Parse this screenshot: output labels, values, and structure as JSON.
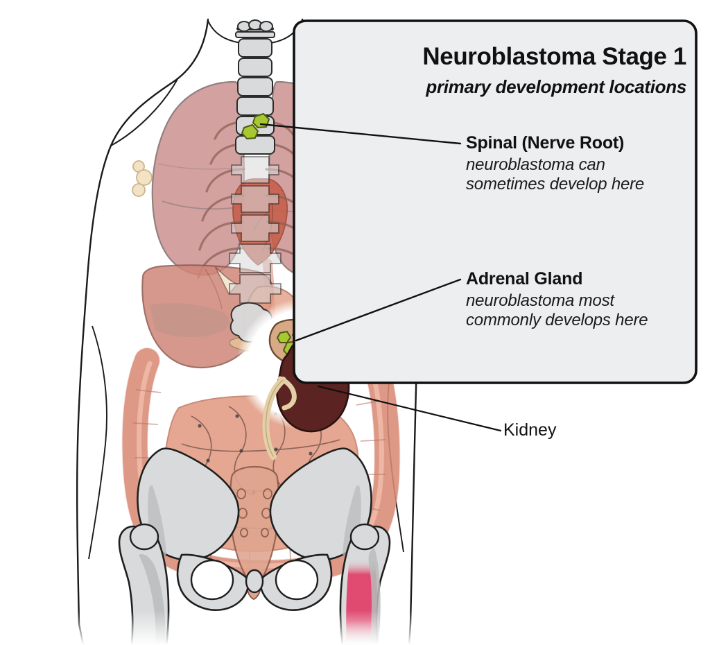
{
  "figure": {
    "kind": "medical-illustration",
    "subject": "human torso anterior view with internal organs",
    "background_color": "#ffffff"
  },
  "callout": {
    "title": "Neuroblastoma Stage 1",
    "subtitle": "primary development locations",
    "panel_color": "#eceef0",
    "border_color": "#111111"
  },
  "annotations": [
    {
      "id": "spinal",
      "title": "Spinal (Nerve Root)",
      "lines": [
        "neuroblastoma can",
        "sometimes develop here"
      ],
      "style": "bold-title-italic-body"
    },
    {
      "id": "adrenal",
      "title": "Adrenal Gland",
      "lines": [
        "neuroblastoma most",
        "commonly develops here"
      ],
      "style": "bold-title-italic-body"
    }
  ],
  "plain_labels": [
    {
      "id": "kidney",
      "text": "Kidney"
    }
  ],
  "palette": {
    "skin_outline": "#1a1a1a",
    "lung": "#d09a99",
    "lung_stroke": "#8a7575",
    "heart": "#c6604c",
    "liver": "#cf8778",
    "intestine": "#e39e86",
    "colon": "#e2917c",
    "bone": "#d9dadb",
    "bone_stroke": "#2b2b2b",
    "bone_shadow": "#b9bbbc",
    "tumor_green": "#a8c832",
    "tumor_green_stroke": "#4d5a16",
    "adrenal_tan": "#d8a985",
    "kidney_maroon": "#5b2321",
    "ureter_cream": "#e3cfa8",
    "lymph_node": "#f3e2c4",
    "lymph_node_stroke": "#cbb48d",
    "marrow_pink": "#e0436b",
    "highlight_circle": "#ffffff",
    "leader_line": "#111111"
  },
  "structures": [
    {
      "name": "spine",
      "region": "central-axis"
    },
    {
      "name": "ribcage",
      "region": "thorax"
    },
    {
      "name": "lungs",
      "region": "thorax"
    },
    {
      "name": "heart",
      "region": "thorax-left"
    },
    {
      "name": "liver",
      "region": "upper-abdomen-right"
    },
    {
      "name": "stomach",
      "region": "upper-abdomen-left"
    },
    {
      "name": "small-intestine",
      "region": "mid-abdomen"
    },
    {
      "name": "large-intestine",
      "region": "abdomen-perimeter"
    },
    {
      "name": "adrenal-gland",
      "region": "retroperitoneum"
    },
    {
      "name": "kidney",
      "region": "retroperitoneum"
    },
    {
      "name": "ureter",
      "region": "retroperitoneum"
    },
    {
      "name": "pelvis",
      "region": "lower-body"
    },
    {
      "name": "femur",
      "region": "lower-body"
    },
    {
      "name": "bone-marrow",
      "region": "femur-shaft"
    },
    {
      "name": "lymph-nodes",
      "region": "axillary"
    },
    {
      "name": "tumor-nodules-spinal",
      "region": "thoracic-spine"
    },
    {
      "name": "tumor-nodules-adrenal",
      "region": "adrenal-gland"
    }
  ]
}
